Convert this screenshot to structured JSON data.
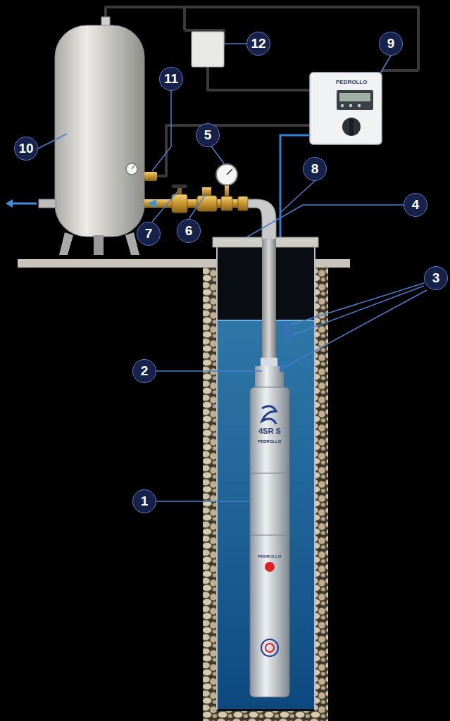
{
  "diagram": {
    "labels": [
      "9",
      "12",
      "11",
      "5",
      "10",
      "8",
      "4",
      "6",
      "7",
      "3",
      "2",
      "1",
      "PEDROLLO",
      "4SR S",
      "PEDROLLO",
      "PEDROLLO"
    ]
  }
}
